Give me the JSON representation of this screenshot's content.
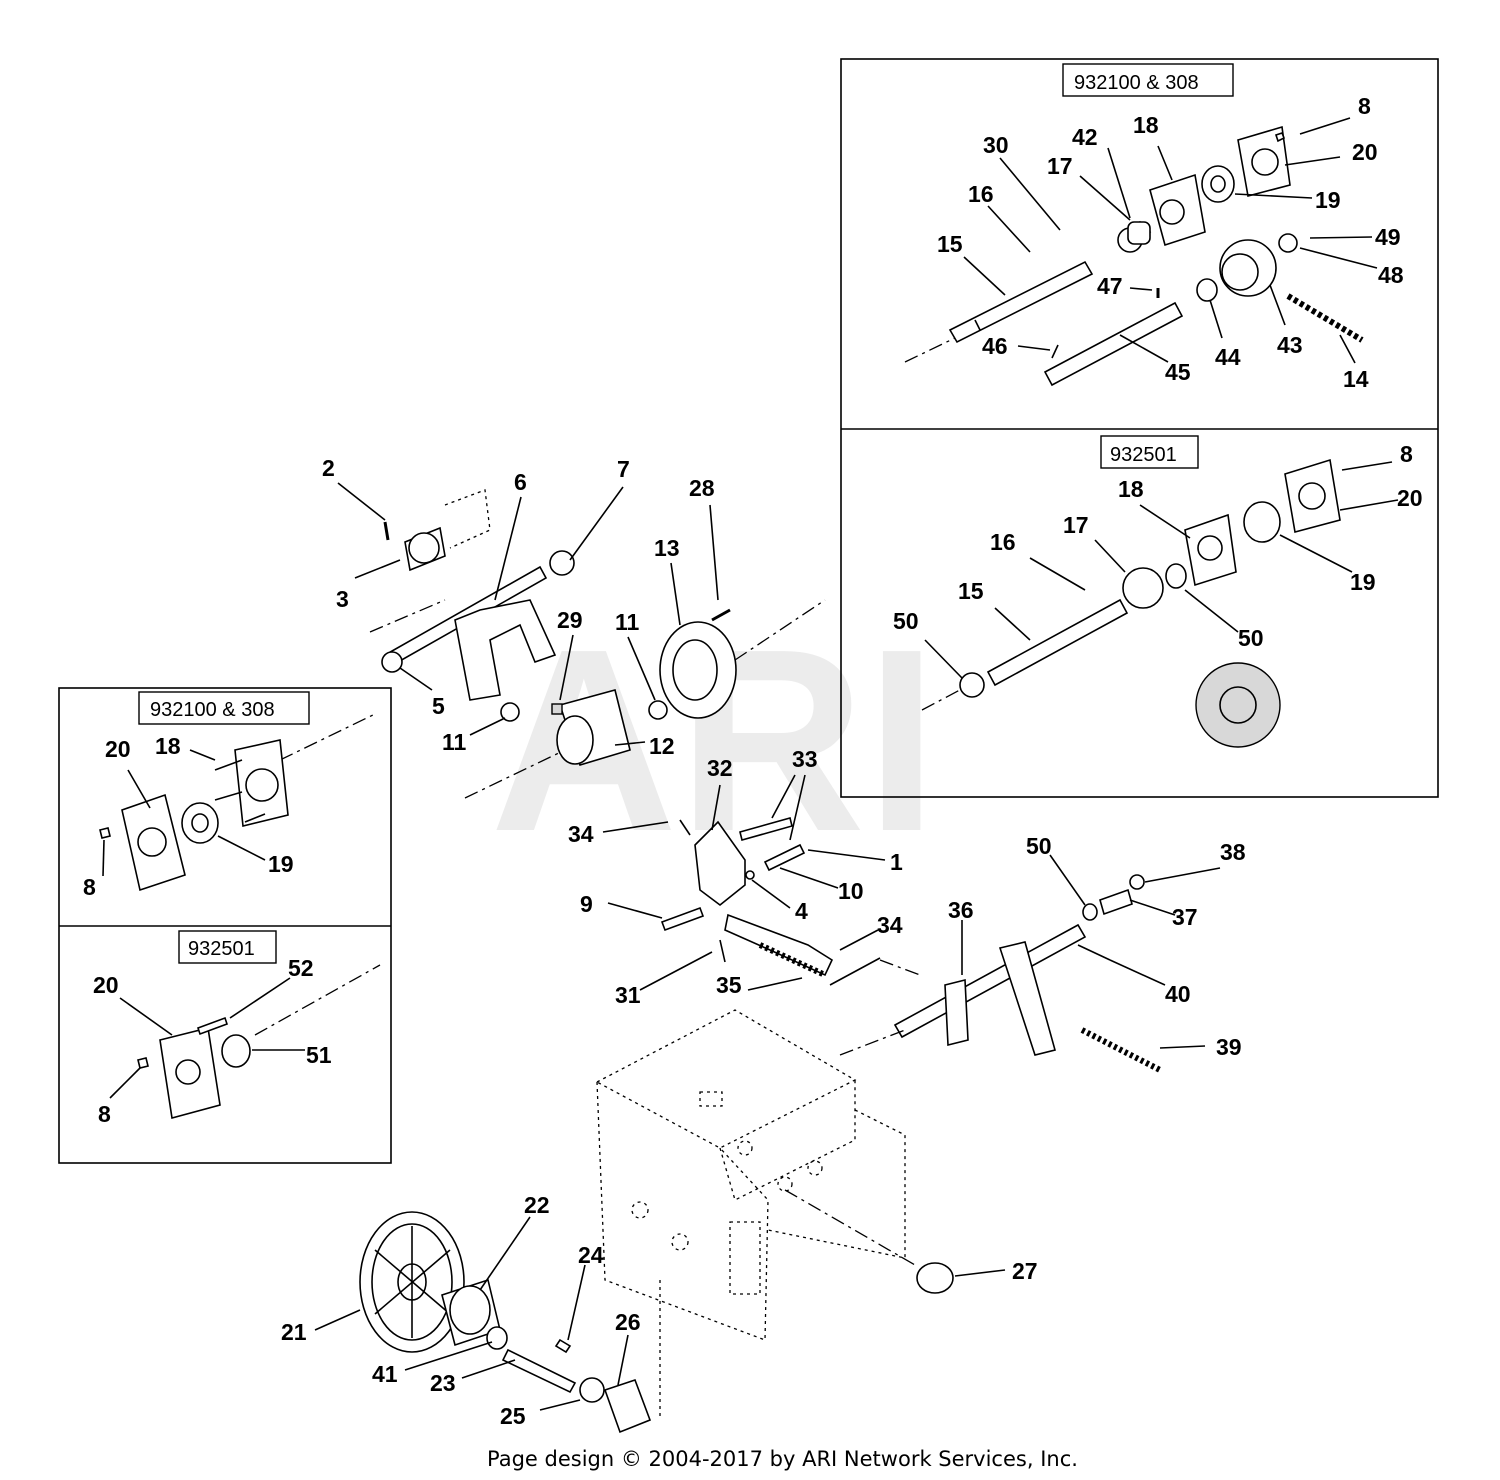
{
  "watermark": "ARI",
  "footer": "Page design © 2004-2017 by ARI Network Services, Inc.",
  "boxes": {
    "top_right_a": "932100 & 308",
    "top_right_b": "932501",
    "left_a": "932100 & 308",
    "left_b": "932501"
  },
  "callouts": {
    "trA_8": "8",
    "trA_20": "20",
    "trA_19": "19",
    "trA_18": "18",
    "trA_42": "42",
    "trA_17": "17",
    "trA_30": "30",
    "trA_16": "16",
    "trA_15": "15",
    "trA_47": "47",
    "trA_49": "49",
    "trA_48": "48",
    "trA_43": "43",
    "trA_44": "44",
    "trA_45": "45",
    "trA_46": "46",
    "trA_14": "14",
    "trB_8": "8",
    "trB_20": "20",
    "trB_18": "18",
    "trB_17": "17",
    "trB_16": "16",
    "trB_15": "15",
    "trB_19": "19",
    "trB_50a": "50",
    "trB_50b": "50",
    "lA_20": "20",
    "lA_18": "18",
    "lA_8": "8",
    "lA_19": "19",
    "lB_20": "20",
    "lB_52": "52",
    "lB_51": "51",
    "lB_8": "8",
    "m_2": "2",
    "m_6": "6",
    "m_7": "7",
    "m_3": "3",
    "m_28": "28",
    "m_13": "13",
    "m_29": "29",
    "m_11a": "11",
    "m_11b": "11",
    "m_5": "5",
    "m_12": "12",
    "m_32": "32",
    "m_33": "33",
    "m_34a": "34",
    "m_1": "1",
    "m_10": "10",
    "m_4": "4",
    "m_9": "9",
    "m_34b": "34",
    "m_31": "31",
    "m_35": "35",
    "m_36": "36",
    "m_50": "50",
    "m_38": "38",
    "m_37": "37",
    "m_40": "40",
    "m_39": "39",
    "m_22": "22",
    "m_24": "24",
    "m_21": "21",
    "m_26": "26",
    "m_41": "41",
    "m_23": "23",
    "m_25": "25",
    "m_27": "27"
  }
}
